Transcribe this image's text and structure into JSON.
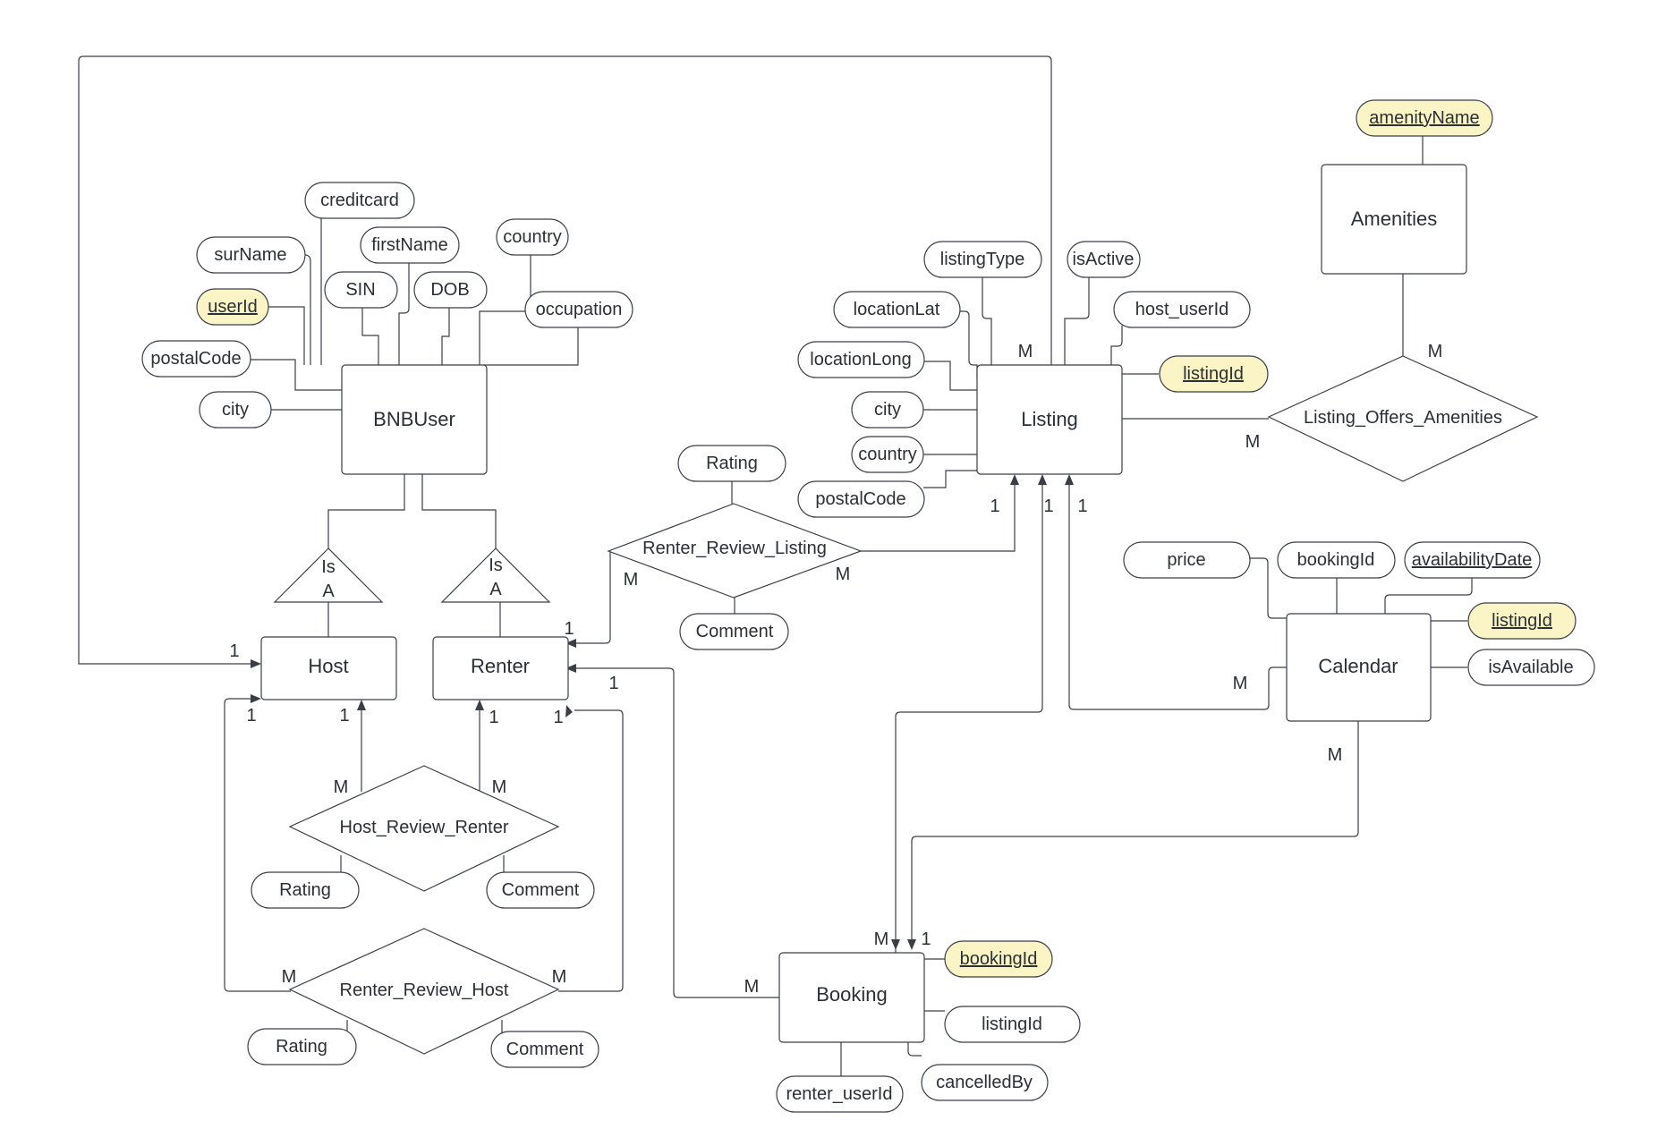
{
  "entities": {
    "bnbuser": "BNBUser",
    "listing": "Listing",
    "amenities": "Amenities",
    "host": "Host",
    "renter": "Renter",
    "calendar": "Calendar",
    "booking": "Booking"
  },
  "isa": {
    "line1": "Is",
    "line2": "A"
  },
  "relationships": {
    "listing_offers_amenities": "Listing_Offers_Amenities",
    "renter_review_listing": "Renter_Review_Listing",
    "host_review_renter": "Host_Review_Renter",
    "renter_review_host": "Renter_Review_Host"
  },
  "attributes": {
    "bnbuser": {
      "creditcard": "creditcard",
      "surname": "surName",
      "firstname": "firstName",
      "country": "country",
      "sin": "SIN",
      "dob": "DOB",
      "userid": "userId",
      "occupation": "occupation",
      "postalcode": "postalCode",
      "city": "city"
    },
    "listing": {
      "listingtype": "listingType",
      "isactive": "isActive",
      "locationlat": "locationLat",
      "host_userid": "host_userId",
      "locationlong": "locationLong",
      "listingid": "listingId",
      "city": "city",
      "country": "country",
      "postalcode": "postalCode"
    },
    "amenities": {
      "amenityname": "amenityName"
    },
    "renter_review_listing": {
      "rating": "Rating",
      "comment": "Comment"
    },
    "calendar": {
      "price": "price",
      "bookingid": "bookingId",
      "availabilitydate": "availabilityDate",
      "listingid": "listingId",
      "isavailable": "isAvailable"
    },
    "host_review_renter": {
      "rating": "Rating",
      "comment": "Comment"
    },
    "renter_review_host": {
      "rating": "Rating",
      "comment": "Comment"
    },
    "booking": {
      "bookingid": "bookingId",
      "listingid": "listingId",
      "cancelledby": "cancelledBy",
      "renter_userid": "renter_userId"
    }
  },
  "cardinalities": {
    "one": "1",
    "many": "M"
  },
  "colors": {
    "key_fill": "#fbf5c6",
    "stroke": "#3a3f47"
  }
}
